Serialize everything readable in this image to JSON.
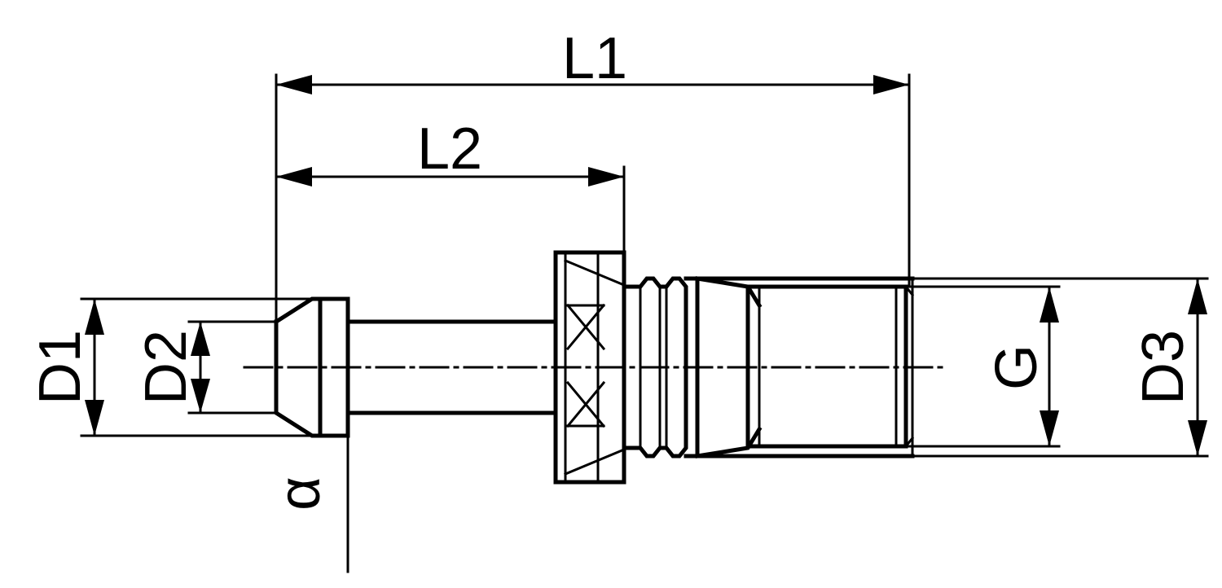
{
  "labels": {
    "L1": "L1",
    "L2": "L2",
    "D1": "D1",
    "D2": "D2",
    "D3": "D3",
    "G": "G",
    "alpha": "α"
  },
  "colors": {
    "line": "#000000",
    "background": "#ffffff"
  }
}
